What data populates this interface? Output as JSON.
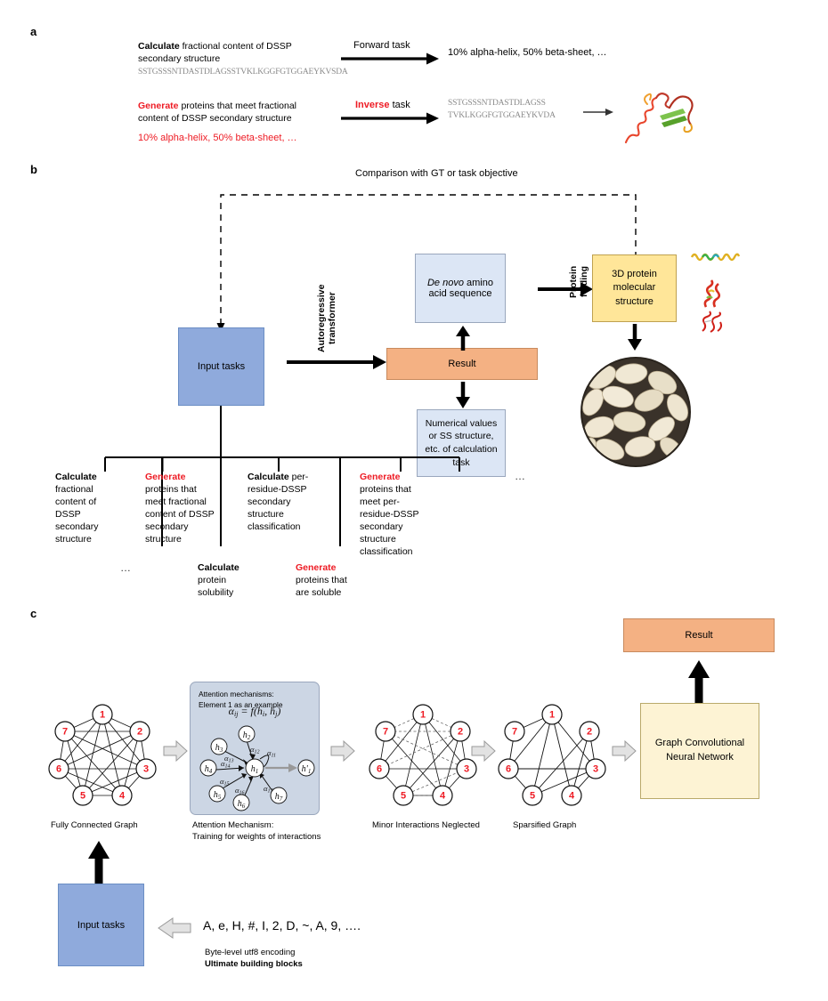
{
  "figure": {
    "panels": [
      {
        "id": "a",
        "label": "a"
      },
      {
        "id": "b",
        "label": "b"
      },
      {
        "id": "c",
        "label": "c"
      }
    ]
  },
  "panel_a": {
    "forward": {
      "prompt_bold": "Calculate",
      "prompt_rest": " fractional content of DSSP secondary structure",
      "sequence": "SSTGSSSNTDASTDLAGSSTVKLKGGFGTGGAEYKVSDA",
      "arrow_label": "Forward task",
      "output": "10% alpha-helix, 50% beta-sheet, …"
    },
    "inverse": {
      "prompt_bold": "Generate",
      "prompt_rest": " proteins that meet fractional content of DSSP secondary structure",
      "condition": "10% alpha-helix, 50% beta-sheet, …",
      "arrow_label_bold": "Inverse",
      "arrow_label_rest": " task",
      "output_line1": "SSTGSSSNTDASTDLAGSS",
      "output_line2": "TVKLKGGFGTGGAEYKVDA",
      "structure_caption": "protein-3d-ribbon"
    }
  },
  "panel_b": {
    "feedback_label": "Comparison with GT or task objective",
    "input_box": "Input tasks",
    "transformer_label_line1": "Autoregressive",
    "transformer_label_line2": "transformer",
    "result_box": "Result",
    "de_novo_italic": "De novo",
    "de_novo_rest": " amino",
    "de_novo_line2": "acid sequence",
    "numerical_box": "Numerical values or SS structure, etc. of calculation task",
    "folding_label_line1": "Protein",
    "folding_label_line2": "folding",
    "structure_box": "3D protein molecular structure",
    "ellipsis": "…",
    "tasks": [
      {
        "bold": "Calculate",
        "rest": "fractional content of DSSP secondary structure",
        "color": "#000000"
      },
      {
        "bold": "Generate",
        "rest": "proteins that meet fractional content of DSSP secondary structure",
        "color": "#ee1b24"
      },
      {
        "bold": "Calculate",
        "rest": "per-residue-DSSP secondary structure classification",
        "color": "#000000"
      },
      {
        "bold": "Generate",
        "rest": "proteins that meet per-residue-DSSP secondary structure classification",
        "color": "#ee1b24"
      }
    ],
    "tasks_lower": [
      {
        "bold": "Calculate",
        "rest": "protein solubility",
        "color": "#000000"
      },
      {
        "bold": "Generate",
        "rest": "proteins that are soluble",
        "color": "#ee1b24"
      }
    ],
    "branch_ellipsis": "…"
  },
  "panel_c": {
    "result_box": "Result",
    "gcn_box": "Graph Convolutional Neural Network",
    "input_box": "Input tasks",
    "graph_nodes": [
      "1",
      "2",
      "3",
      "4",
      "5",
      "6",
      "7"
    ],
    "attention_title_line1": "Attention mechanisms:",
    "attention_title_line2": "Element 1 as an example",
    "attention_formula": "α",
    "attention_nodes": [
      "h₂",
      "h₃",
      "h₄",
      "h₅",
      "h₆",
      "h₇",
      "h₁"
    ],
    "attention_weights": [
      "α₁₁",
      "α₁₂",
      "α₁₃",
      "α₁₄",
      "α₁₅",
      "α₁₆",
      "α₁₇"
    ],
    "captions": {
      "graph1": "Fully Connected Graph",
      "graph2_line1": "Attention Mechanism:",
      "graph2_line2": "Training for weights of interactions",
      "graph3": "Minor Interactions Neglected",
      "graph4": "Sparsified Graph"
    },
    "encoding_text": "A, e, H, #, I, 2, D, ~, A, 9, ….",
    "encoding_caption": "Byte-level utf8 encoding",
    "encoding_caption_bold": "Ultimate building blocks"
  },
  "colors": {
    "blue": "#8faadc",
    "light_blue": "#dce6f5",
    "orange": "#f4b183",
    "yellow": "#ffe699",
    "cream": "#fdf3d4",
    "gray_box": "#ccd6e4",
    "red": "#ee1b24",
    "node_red": "#ee1b24"
  }
}
